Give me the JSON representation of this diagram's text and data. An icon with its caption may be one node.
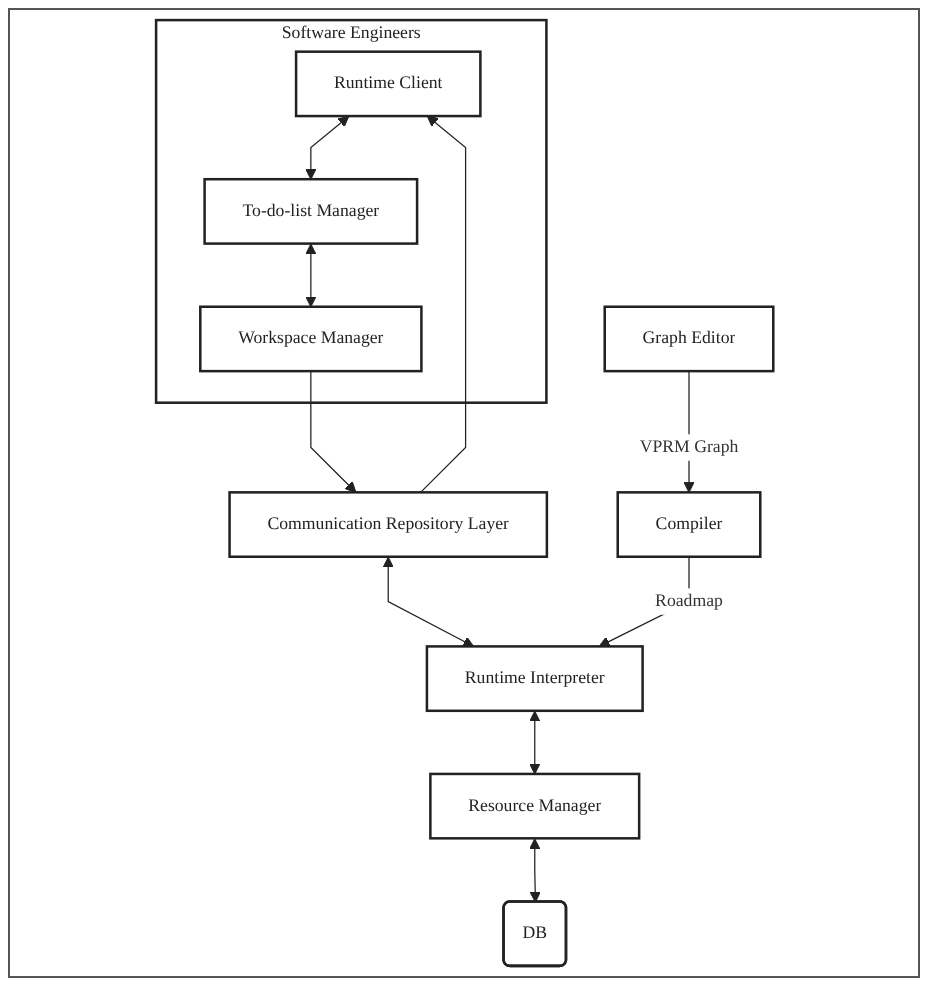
{
  "diagram": {
    "nodes": [
      {
        "text": [
          "Software Engineers"
        ]
      },
      {
        "text": [
          "Runtime Client"
        ],
        "in": 0
      },
      {
        "text": [
          "To-do-list Manager"
        ],
        "in": 0
      },
      {
        "text": [
          "Workspace Manager"
        ],
        "in": 0
      },
      {
        "text": [
          "Graph Editor"
        ]
      },
      {
        "text": [
          "Compiler"
        ]
      },
      {
        "text": [
          "Runtime Interpreter"
        ]
      },
      {
        "text": [
          "Communication Repository Layer"
        ]
      },
      {
        "text": [
          "Resource Manager"
        ]
      },
      {
        "text": [
          "DB"
        ]
      }
    ],
    "edges": [
      {
        "from": 1,
        "to": 2,
        "arrow": "both"
      },
      {
        "from": 2,
        "to": 3,
        "arrow": "both"
      },
      {
        "from": 3,
        "to": 7,
        "arrow": "to"
      },
      {
        "from": 7,
        "to": 1,
        "arrow": "to"
      },
      {
        "from": 7,
        "to": 6,
        "arrow": "both"
      },
      {
        "from": 4,
        "to": 5,
        "arrow": "to",
        "label": "VPRM Graph"
      },
      {
        "from": 5,
        "to": 6,
        "arrow": "to",
        "label": "Roadmap"
      },
      {
        "from": 6,
        "to": 8,
        "arrow": "both"
      },
      {
        "from": 8,
        "to": 9,
        "arrow": "both"
      }
    ]
  }
}
